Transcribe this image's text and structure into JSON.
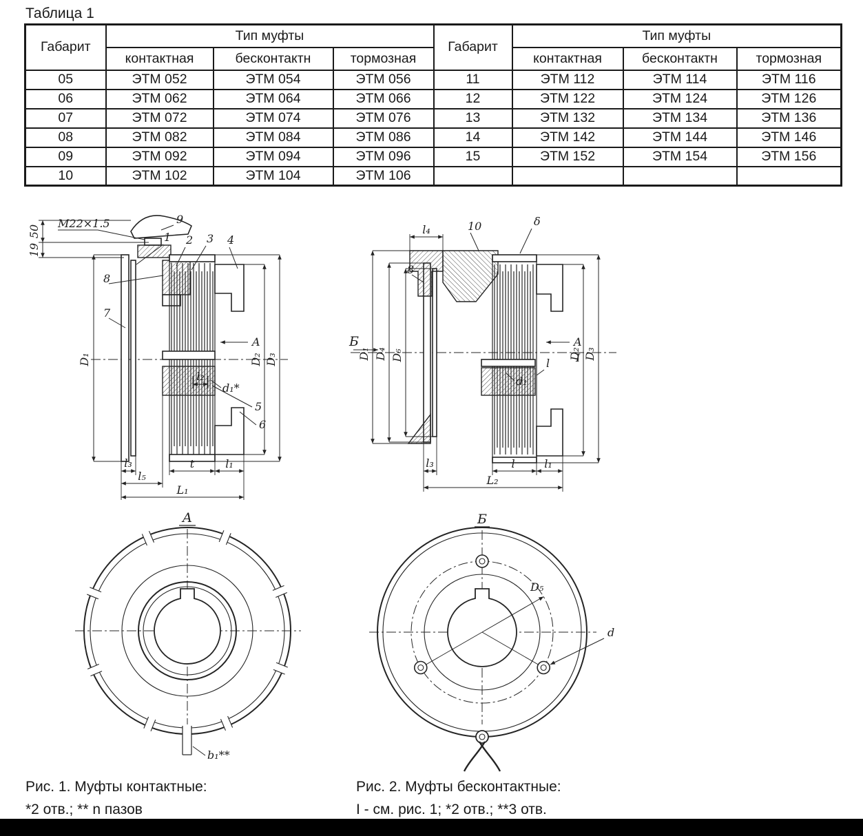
{
  "title": "Таблица 1",
  "table": {
    "gabarit_header": "Габарит",
    "type_header": "Тип муфты",
    "columns": [
      "контактная",
      "бесконтактн",
      "тормозная"
    ],
    "rows": [
      {
        "lg": "05",
        "l1": "ЭТМ 052",
        "l2": "ЭТМ 054",
        "l3": "ЭТМ 056",
        "rg": "11",
        "r1": "ЭТМ 112",
        "r2": "ЭТМ 114",
        "r3": "ЭТМ 116"
      },
      {
        "lg": "06",
        "l1": "ЭТМ 062",
        "l2": "ЭТМ 064",
        "l3": "ЭТМ 066",
        "rg": "12",
        "r1": "ЭТМ 122",
        "r2": "ЭТМ 124",
        "r3": "ЭТМ 126"
      },
      {
        "lg": "07",
        "l1": "ЭТМ 072",
        "l2": "ЭТМ 074",
        "l3": "ЭТМ 076",
        "rg": "13",
        "r1": "ЭТМ 132",
        "r2": "ЭТМ 134",
        "r3": "ЭТМ 136"
      },
      {
        "lg": "08",
        "l1": "ЭТМ 082",
        "l2": "ЭТМ 084",
        "l3": "ЭТМ 086",
        "rg": "14",
        "r1": "ЭТМ 142",
        "r2": "ЭТМ 144",
        "r3": "ЭТМ 146"
      },
      {
        "lg": "09",
        "l1": "ЭТМ 092",
        "l2": "ЭТМ 094",
        "l3": "ЭТМ 096",
        "rg": "15",
        "r1": "ЭТМ 152",
        "r2": "ЭТМ 154",
        "r3": "ЭТМ 156"
      },
      {
        "lg": "10",
        "l1": "ЭТМ 102",
        "l2": "ЭТМ 104",
        "l3": "ЭТМ 106",
        "rg": "",
        "r1": "",
        "r2": "",
        "r3": ""
      }
    ]
  },
  "fig1": {
    "thread": "M22×1.5",
    "dim50": "50",
    "dim19": "19",
    "p9": "9",
    "p1": "1",
    "p2": "2",
    "p3": "3",
    "p4": "4",
    "p8": "8",
    "p7": "7",
    "p5": "5",
    "p6": "6",
    "secA": "A",
    "l2": "l₂",
    "d1": "d₁*",
    "D1": "D₁",
    "D2": "D₂",
    "D3": "D₃",
    "l3": "l₃",
    "l5": "l₅",
    "t": "t",
    "l1": "l₁",
    "L1": "L₁"
  },
  "fig2": {
    "l4": "l₄",
    "p10": "10",
    "delta": "δ",
    "p8": "8",
    "viewB": "Б",
    "secA": "A",
    "secI": "I",
    "d1": "d₁",
    "l_small": "l",
    "D1": "D₁",
    "D4": "D₄",
    "D6": "D₆",
    "D2": "D₂",
    "D3": "D₃",
    "l3": "l₃",
    "l": "l",
    "l1": "l₁",
    "L2": "L₂"
  },
  "viewA": {
    "label": "A",
    "b1": "b₁**"
  },
  "viewB": {
    "label": "Б",
    "D5": "D₅",
    "d": "d"
  },
  "captions": {
    "fig1_title": "Рис. 1. Муфты контактные:",
    "fig1_note": "*2 отв.; ** n пазов",
    "fig2_title": "Рис. 2. Муфты бесконтактные:",
    "fig2_note": "I - см. рис. 1; *2 отв.; **3 отв."
  }
}
